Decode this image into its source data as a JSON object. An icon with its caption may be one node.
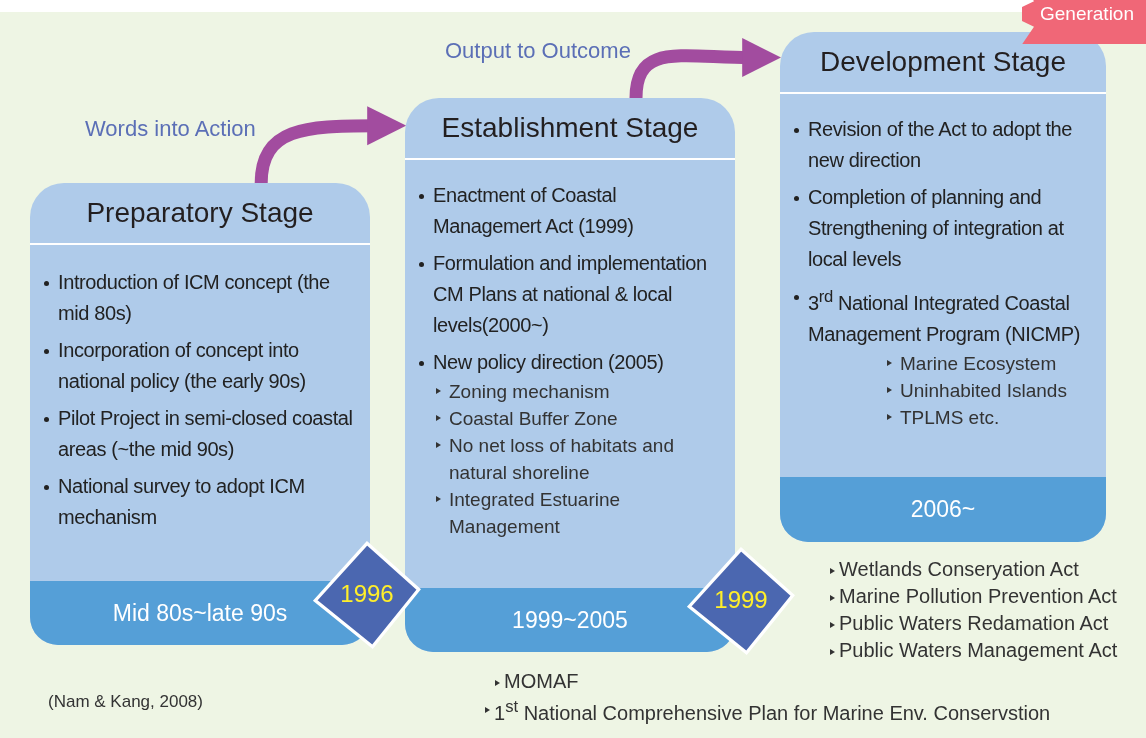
{
  "diagram": {
    "nodes": [
      {
        "text": [
          "Preparatory Stage",
          "Introduction of ICM concept (the mid 80s)",
          "Incorporation of concept into national policy (the early 90s)",
          "Pilot Project in semi-closed coastal areas (~the mid 90s)",
          "National survey to adopt ICM mechanism",
          "Mid 80s~late 90s"
        ]
      },
      {
        "text": [
          "Establishment Stage",
          "Enactment of Coastal Managemert Act (1999)",
          "Formulation and implementation CM Plans at national & local levels(2000~)",
          "New policy direction (2005)",
          "Zoning mechanism",
          "Coastal Buffer Zone",
          "No net loss of habitats and natural shoreline",
          "Integrated Estuarine Management",
          "1999~2005"
        ]
      },
      {
        "text": [
          "Development Stage",
          "Revision of the Act to adopt the new direction",
          "Completion of planning and Strengthening of integration at local levels",
          "3$^{rd}$ National Integrated Coastal Management Program (NICMP)",
          "Marine Ecosystem",
          "Uninhabited Islands",
          "TPLMS etc.",
          "2006~"
        ]
      },
      {
        "text": [
          "1996"
        ]
      },
      {
        "text": [
          "1999"
        ]
      },
      {
        "text": [
          "Generation"
        ]
      }
    ],
    "edges": [
      {
        "from": 0,
        "to": 1,
        "arrow": "to",
        "label": "Words into Action"
      },
      {
        "from": 1,
        "to": 2,
        "arrow": "to",
        "label": "Output to Outcome"
      }
    ],
    "labels": [
      "Wetlands Conseryation Act",
      "Marine Pollution Prevention Act",
      "Public Waters Redamation Act",
      "Public Waters Management Act",
      "MOMAF",
      "1$^{st}$ National Comprehensive Plan for Marine Env. Conservstion",
      "(Nam & Kang, 2008)"
    ]
  }
}
